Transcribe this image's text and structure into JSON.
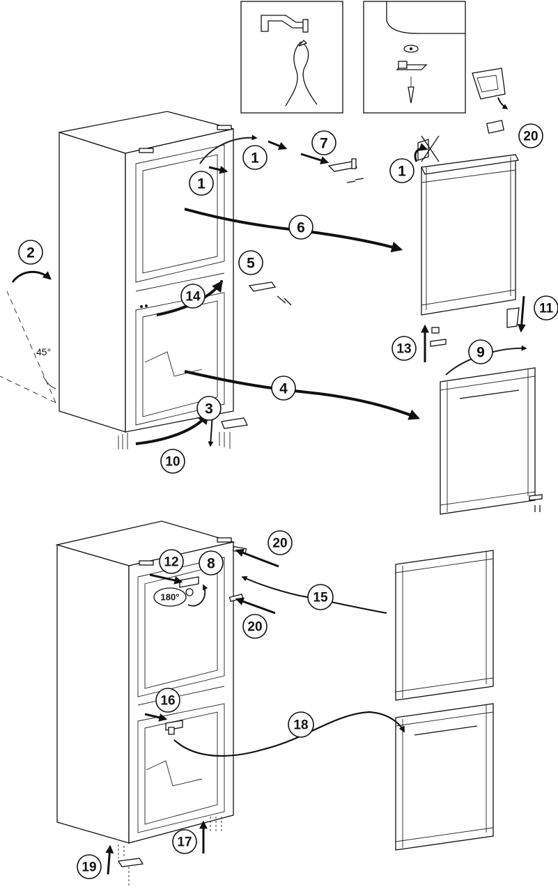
{
  "steps_top": [
    "1",
    "1",
    "1",
    "2",
    "3",
    "4",
    "5",
    "6",
    "7",
    "9",
    "10",
    "11",
    "13",
    "14",
    "20"
  ],
  "steps_bottom": [
    "8",
    "12",
    "15",
    "16",
    "17",
    "18",
    "19",
    "20",
    "20"
  ],
  "angle_label": "45°",
  "rotation_label": "180°",
  "colors": {
    "line": "#111111",
    "background": "#ffffff",
    "panel": "#f2f2f2"
  }
}
